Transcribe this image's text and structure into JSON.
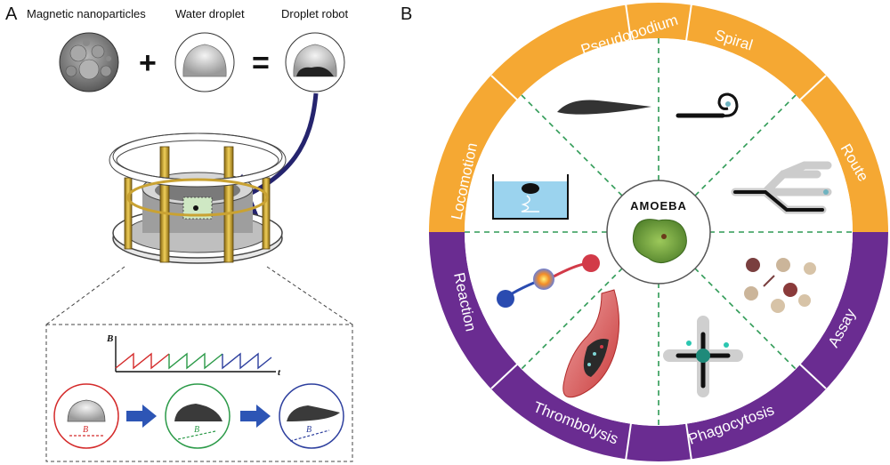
{
  "panel_a": {
    "letter": "A",
    "labels": {
      "nanoparticles": "Magnetic nanoparticles",
      "water_droplet": "Water droplet",
      "droplet_robot": "Droplet robot"
    },
    "operators": {
      "plus": "+",
      "equals": "="
    },
    "inset": {
      "y_axis": "B",
      "x_axis": "t",
      "field_label": "B",
      "colors": {
        "red": "#d42a2a",
        "green": "#2b9a48",
        "blue": "#2d3f9e"
      }
    }
  },
  "panel_b": {
    "letter": "B",
    "center_title": "AMOEBA",
    "top_half_color": "#f5a833",
    "bottom_half_color": "#6a2c91",
    "sectors_top": [
      "Pseudopodium",
      "Spiral",
      "Route",
      "Locomotion"
    ],
    "sectors_bottom": [
      "Reaction",
      "Thrombolysis",
      "Phagocytosis",
      "Assay"
    ]
  }
}
